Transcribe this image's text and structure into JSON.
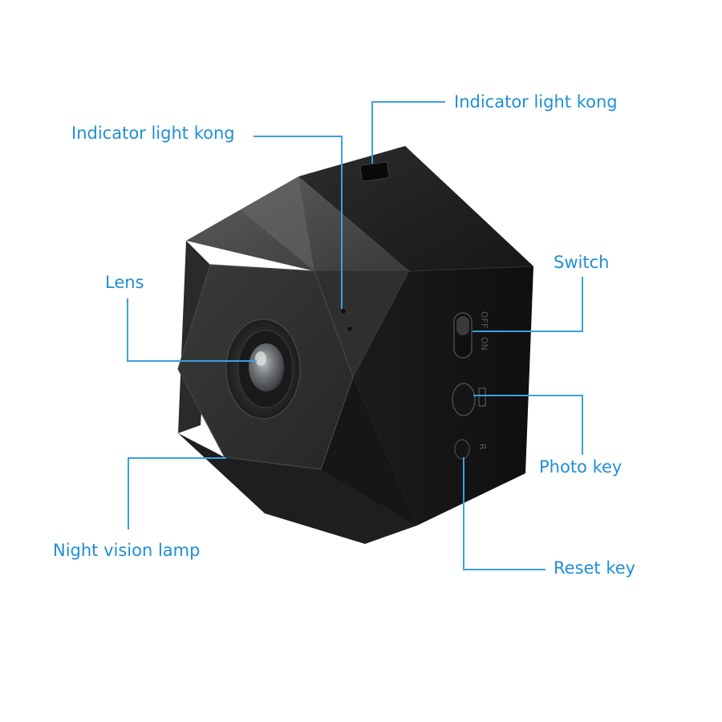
{
  "colors": {
    "label_text": "#1f8fd6",
    "leader_line": "#3aa0e0",
    "background": "#ffffff",
    "body_dark": "#1a1a1a"
  },
  "labels": {
    "indicator_top": "Indicator light kong",
    "indicator_front": "Indicator light kong",
    "lens": "Lens",
    "switch": "Switch",
    "photo_key": "Photo key",
    "night_vision": "Night vision lamp",
    "reset_key": "Reset key"
  },
  "device": {
    "switch_off_text": "OFF",
    "switch_on_text": "ON",
    "reset_text": "R"
  }
}
